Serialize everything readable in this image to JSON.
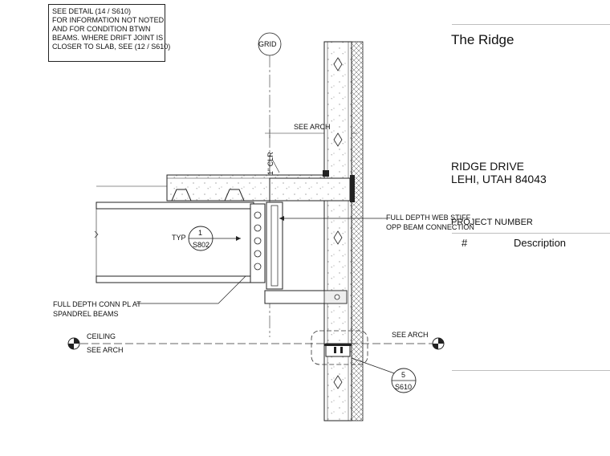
{
  "notes": {
    "detail_note": [
      "SEE DETAIL (14 / S610)",
      "FOR INFORMATION NOT NOTED",
      "AND FOR CONDITION BTWN",
      "BEAMS.  WHERE DRIFT JOINT IS",
      "CLOSER TO SLAB, SEE  (12 / S610)"
    ],
    "grid": "GRID",
    "see_arch_top": "SEE ARCH",
    "clear": "1\" CLR",
    "stiffener_note": [
      "FULL DEPTH WEB STIFF",
      "OPP BEAM CONNECTION"
    ],
    "typ": "TYP",
    "typ_ref_num": "1",
    "typ_ref_sheet": "S802",
    "conn_plate_note": [
      "FULL DEPTH CONN PL AT",
      "SPANDREL BEAMS"
    ],
    "ceiling": "CEILING",
    "see_arch_left": "SEE ARCH",
    "see_arch_right": "SEE ARCH",
    "detail_ref_num": "5",
    "detail_ref_sheet": "S610"
  },
  "title_block": {
    "project_name": "The Ridge",
    "address_line1": "RIDGE DRIVE",
    "address_line2": "LEHI, UTAH 84043",
    "project_number_label": "PROJECT NUMBER",
    "col_number": "#",
    "col_description": "Description"
  }
}
